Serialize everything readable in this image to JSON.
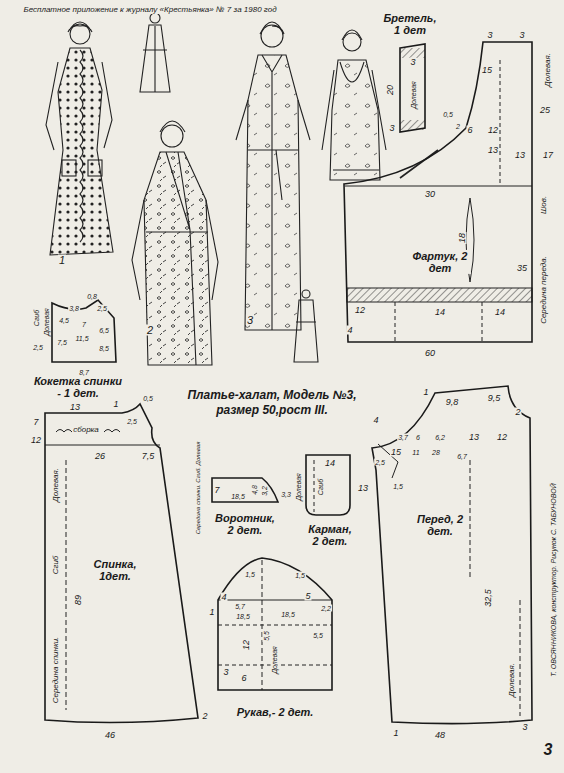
{
  "diagram": {
    "title": "Платье-халат, Модель №3, размер 50,рост III.",
    "nodes": [
      {
        "text": [
          "Бретель, 1 дет"
        ]
      },
      {
        "text": [
          "Фартук, 2 дет"
        ]
      },
      {
        "text": [
          "Кокетка спинки - 1 дет."
        ]
      },
      {
        "text": [
          "Спинка, 1дет."
        ]
      },
      {
        "text": [
          "Воротник, 2 дет."
        ]
      },
      {
        "text": [
          "Карман, 2 дет."
        ]
      },
      {
        "text": [
          "Рукав,- 2 дет."
        ]
      },
      {
        "text": [
          "Перед, 2 дет."
        ]
      }
    ],
    "labels": [
      "Бесплатное приложение к журналу «Крестьянка» № 7 за 1980 год",
      "1",
      "2",
      "3",
      "3",
      "20",
      "3",
      "Долевая",
      "3",
      "3",
      "25",
      "15",
      "0,5",
      "2",
      "6",
      "12",
      "17",
      "13",
      "13",
      "30",
      "18",
      "35",
      "12",
      "14",
      "14",
      "4",
      "60",
      "Долевая.",
      "Шов.",
      "Середина переда.",
      "Сгиб",
      "Долевая",
      "2,5",
      "0,8",
      "3,8",
      "2,5",
      "4,5",
      "7",
      "6,5",
      "11,5",
      "7,5",
      "8,5",
      "8,7",
      "7",
      "13",
      "1",
      "0,5",
      "2,5",
      "сборка",
      "12",
      "26",
      "7,5",
      "Долевая.",
      "Сгиб",
      "89",
      "Середина спинки.",
      "46",
      "2",
      "Середина спинки. Сгиб. Долевая",
      "7",
      "18,5",
      "4,8",
      "3,2",
      "3,3",
      "14",
      "Долевая",
      "Сгиб",
      "13",
      "1,5",
      "1,5",
      "4",
      "5,7",
      "1",
      "18,5",
      "18,5",
      "5,5",
      "5",
      "2,2",
      "5,5",
      "12",
      "3",
      "6",
      "Долевая",
      "1",
      "9,8",
      "9,5",
      "2",
      "4",
      "3,7",
      "6",
      "6,2",
      "13",
      "12",
      "15",
      "2,5",
      "11",
      "28",
      "6,7",
      "1,5",
      "32,5",
      "Долевая.",
      "48",
      "1",
      "3",
      "Т. ОВСЯННИКОВА, конструктор. Рисунок С. ТАБУНОВОЙ",
      "3"
    ]
  }
}
